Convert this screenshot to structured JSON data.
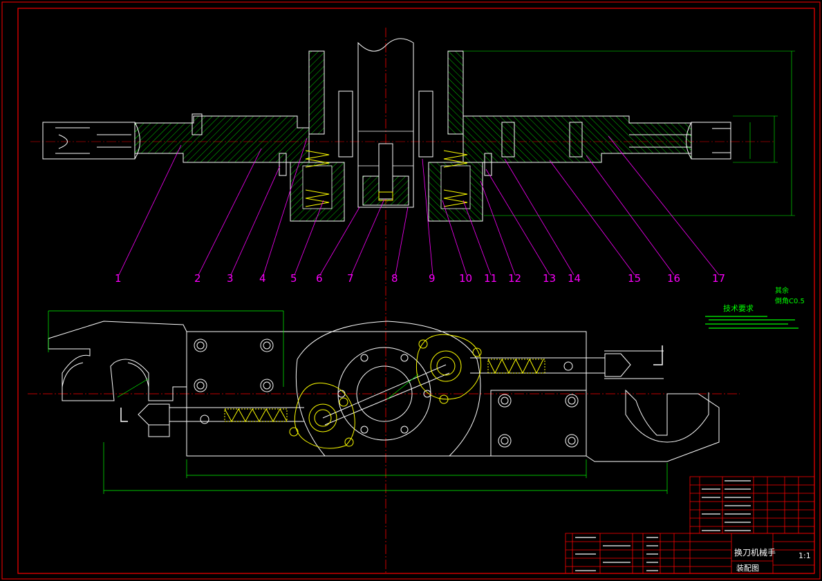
{
  "drawing": {
    "title": "换刀机械手",
    "subtitle": "装配图",
    "scale": "1:1"
  },
  "part_numbers": [
    "1",
    "2",
    "3",
    "4",
    "5",
    "6",
    "7",
    "8",
    "9",
    "10",
    "11",
    "12",
    "13",
    "14",
    "15",
    "16",
    "17"
  ],
  "technical_requirements": {
    "heading": "技术要求"
  },
  "surface_finish": {
    "line1": "其余",
    "line2": "倒角C0.5"
  },
  "colors": {
    "background": "#000000",
    "border": "#ff0000",
    "outline": "#ffffff",
    "hatch": "#00ff00",
    "leader": "#ff00ff",
    "spring": "#ffff00",
    "centerline": "#ff0000",
    "label": "#ff00ff"
  }
}
